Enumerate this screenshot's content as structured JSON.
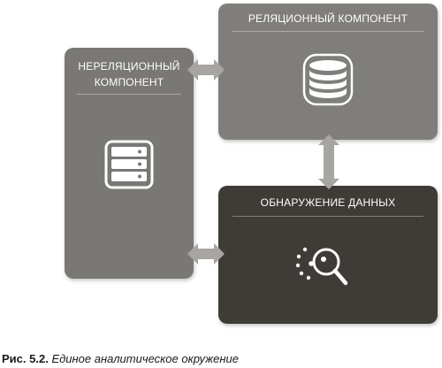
{
  "diagram": {
    "nonrelational": {
      "title_line1": "НЕРЕЛЯЦИОННЫЙ",
      "title_line2": "КОМПОНЕНТ",
      "icon": "server-stack-icon"
    },
    "relational": {
      "title": "РЕЛЯЦИОННЫЙ КОМПОНЕНТ",
      "icon": "database-icon"
    },
    "discovery": {
      "title": "ОБНАРУЖЕНИЕ ДАННЫХ",
      "icon": "magnifier-discovery-icon"
    },
    "colors": {
      "nonrelational_box": "#7a7875",
      "relational_box": "#807e7a",
      "discovery_box": "#3f3b36",
      "arrow": "#a7a5a2"
    }
  },
  "caption": {
    "number": "Рис. 5.2.",
    "text": "Единое аналитическое окружение"
  }
}
